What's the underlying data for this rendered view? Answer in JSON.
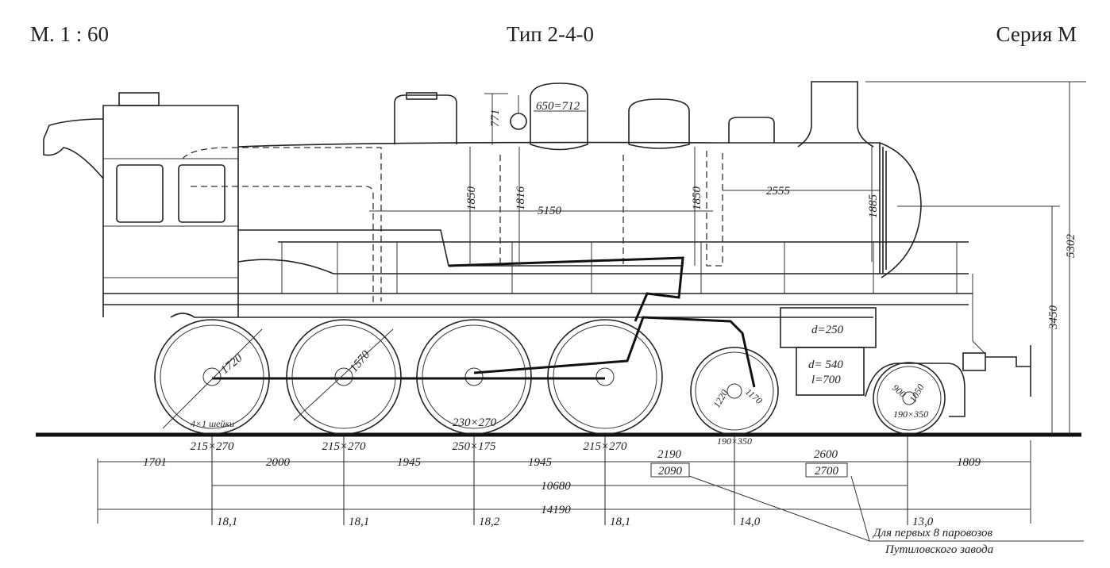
{
  "header": {
    "scale": "М. 1 : 60",
    "type": "Тип 2-4-0",
    "series": "Серия М"
  },
  "labels": {
    "dome_height": "771",
    "dome_size": "650=712",
    "h1850a": "1850",
    "h1816": "1816",
    "l5150": "5150",
    "h1850b": "1850",
    "l2555": "2555",
    "h1885": "1885",
    "h5302": "5302",
    "h3450": "3450",
    "wheel_1720": "1720",
    "wheel_1570": "1570",
    "journal": "4×1 шейки",
    "crank_230": "230×270",
    "cyl_small": "d=250",
    "cyl_big_d": "d= 540",
    "cyl_big_l": "l=700",
    "lead_1220": "1220",
    "lead_1170": "1170",
    "trail_900": "900",
    "trail_1050": "1050",
    "trail_journal": "190×350"
  },
  "journals": [
    "215×270",
    "215×270",
    "250×175",
    "215×270",
    "190×350"
  ],
  "spacing": [
    "1701",
    "2000",
    "1945",
    "1945",
    "2190",
    "2600",
    "1809"
  ],
  "alt_boxes": [
    "2090",
    "2700"
  ],
  "wheelbase": "10680",
  "total_length": "14190",
  "axle_loads": [
    "18,1",
    "18,1",
    "18,2",
    "18,1",
    "14,0",
    "13,0"
  ],
  "note": {
    "line1": "Для первых 8 паровозов",
    "line2": "Путиловского завода"
  }
}
